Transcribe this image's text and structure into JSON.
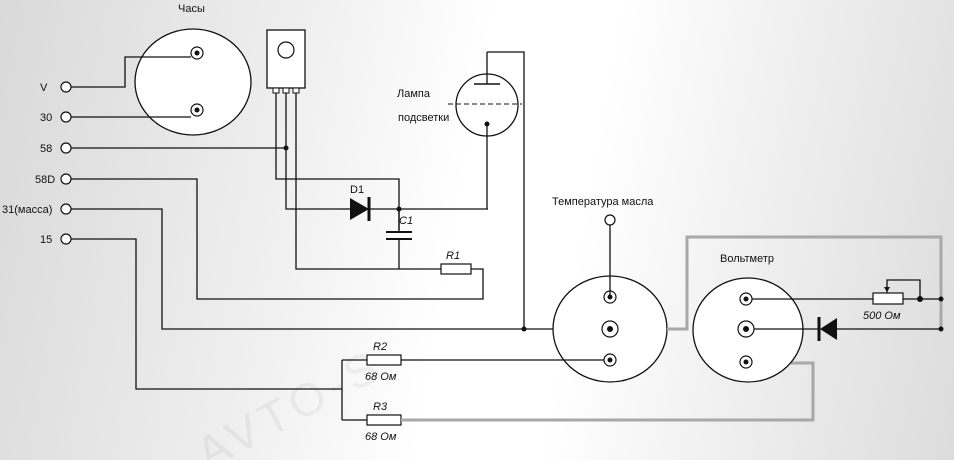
{
  "terminals": [
    {
      "label": "V"
    },
    {
      "label": "30"
    },
    {
      "label": "58"
    },
    {
      "label": "58D"
    },
    {
      "label": "31(масса)"
    },
    {
      "label": "15"
    }
  ],
  "components": {
    "clock": {
      "label": "Часы"
    },
    "lamp": {
      "label_line1": "Лампа",
      "label_line2": "подсветки"
    },
    "diode": {
      "label": "D1"
    },
    "capacitor": {
      "label": "C1"
    },
    "r1": {
      "label": "R1"
    },
    "r2": {
      "label": "R2",
      "value": "68 Ом"
    },
    "r3": {
      "label": "R3",
      "value": "68 Ом"
    },
    "oil_temp": {
      "label": "Температура масла"
    },
    "voltmeter": {
      "label": "Вольтметр"
    },
    "pot": {
      "value": "500 Ом"
    }
  },
  "watermark": "AVTO-S"
}
